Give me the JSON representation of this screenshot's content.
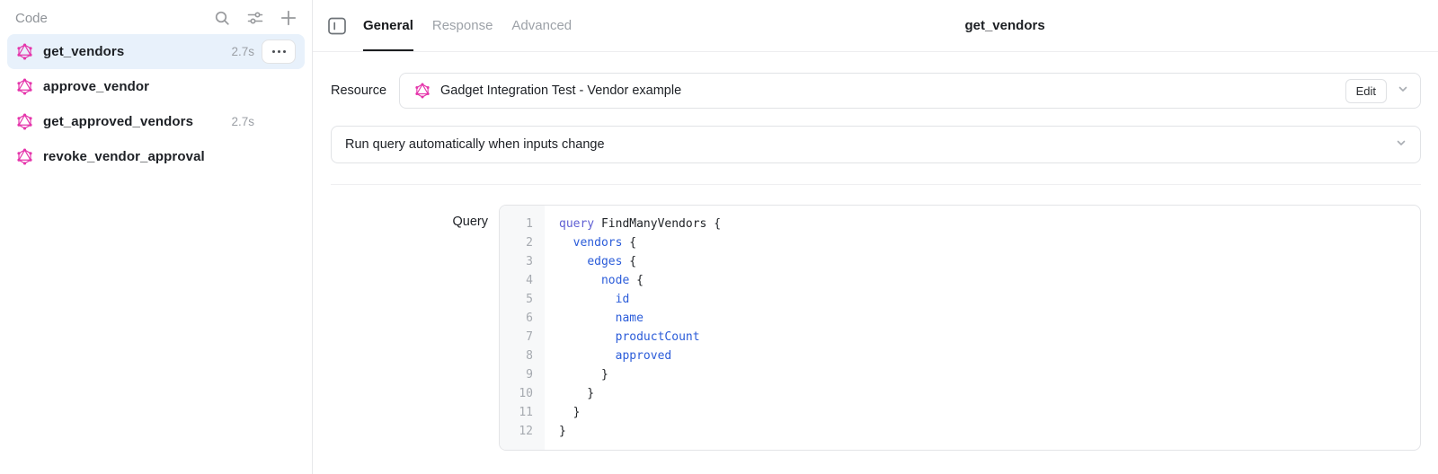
{
  "colors": {
    "accent_pink": "#e535ab",
    "selected_row_bg": "#e8f1fb",
    "keyword_color": "#5f5fd3",
    "field_color": "#2b5cd9"
  },
  "sidebar": {
    "title": "Code",
    "action_icons": [
      "search-icon",
      "filter-sliders-icon",
      "add-icon"
    ],
    "items": [
      {
        "label": "get_vendors",
        "time": "2.7s",
        "selected": true,
        "has_menu": true,
        "icon": "graphql-icon"
      },
      {
        "label": "approve_vendor",
        "time": "",
        "selected": false,
        "has_menu": false,
        "icon": "graphql-icon"
      },
      {
        "label": "get_approved_vendors",
        "time": "2.7s",
        "selected": false,
        "has_menu": false,
        "icon": "graphql-icon"
      },
      {
        "label": "revoke_vendor_approval",
        "time": "",
        "selected": false,
        "has_menu": false,
        "icon": "graphql-icon"
      }
    ]
  },
  "header": {
    "tabs": [
      {
        "label": "General",
        "active": true
      },
      {
        "label": "Response",
        "active": false
      },
      {
        "label": "Advanced",
        "active": false
      }
    ],
    "title": "get_vendors"
  },
  "resource": {
    "label": "Resource",
    "value": "Gadget Integration Test - Vendor example",
    "value_icon": "graphql-icon",
    "edit_label": "Edit"
  },
  "run_mode": {
    "value": "Run query automatically when inputs change"
  },
  "query": {
    "label": "Query",
    "lines": [
      {
        "num": "1",
        "segments": [
          {
            "text": "query",
            "type": "kw"
          },
          {
            "text": " FindManyVendors {",
            "type": "plain"
          }
        ]
      },
      {
        "num": "2",
        "segments": [
          {
            "text": "  ",
            "type": "plain"
          },
          {
            "text": "vendors",
            "type": "field"
          },
          {
            "text": " {",
            "type": "plain"
          }
        ]
      },
      {
        "num": "3",
        "segments": [
          {
            "text": "    ",
            "type": "plain"
          },
          {
            "text": "edges",
            "type": "field"
          },
          {
            "text": " {",
            "type": "plain"
          }
        ]
      },
      {
        "num": "4",
        "segments": [
          {
            "text": "      ",
            "type": "plain"
          },
          {
            "text": "node",
            "type": "field"
          },
          {
            "text": " {",
            "type": "plain"
          }
        ]
      },
      {
        "num": "5",
        "segments": [
          {
            "text": "        ",
            "type": "plain"
          },
          {
            "text": "id",
            "type": "field"
          }
        ]
      },
      {
        "num": "6",
        "segments": [
          {
            "text": "        ",
            "type": "plain"
          },
          {
            "text": "name",
            "type": "field"
          }
        ]
      },
      {
        "num": "7",
        "segments": [
          {
            "text": "        ",
            "type": "plain"
          },
          {
            "text": "productCount",
            "type": "field"
          }
        ]
      },
      {
        "num": "8",
        "segments": [
          {
            "text": "        ",
            "type": "plain"
          },
          {
            "text": "approved",
            "type": "field"
          }
        ]
      },
      {
        "num": "9",
        "segments": [
          {
            "text": "      }",
            "type": "plain"
          }
        ]
      },
      {
        "num": "10",
        "segments": [
          {
            "text": "    }",
            "type": "plain"
          }
        ]
      },
      {
        "num": "11",
        "segments": [
          {
            "text": "  }",
            "type": "plain"
          }
        ]
      },
      {
        "num": "12",
        "segments": [
          {
            "text": "}",
            "type": "plain"
          }
        ]
      }
    ]
  }
}
